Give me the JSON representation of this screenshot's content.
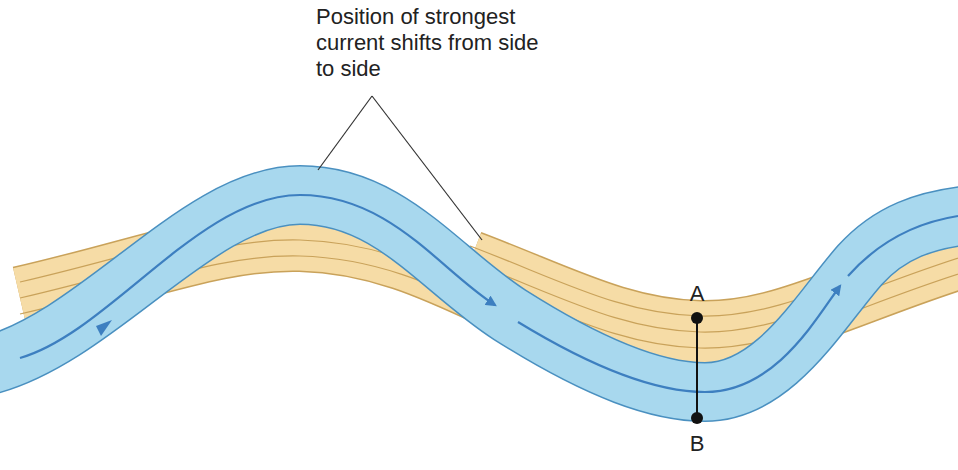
{
  "diagram": {
    "labels": [
      "Position of strongest current shifts from side to side",
      "A",
      "B"
    ]
  }
}
